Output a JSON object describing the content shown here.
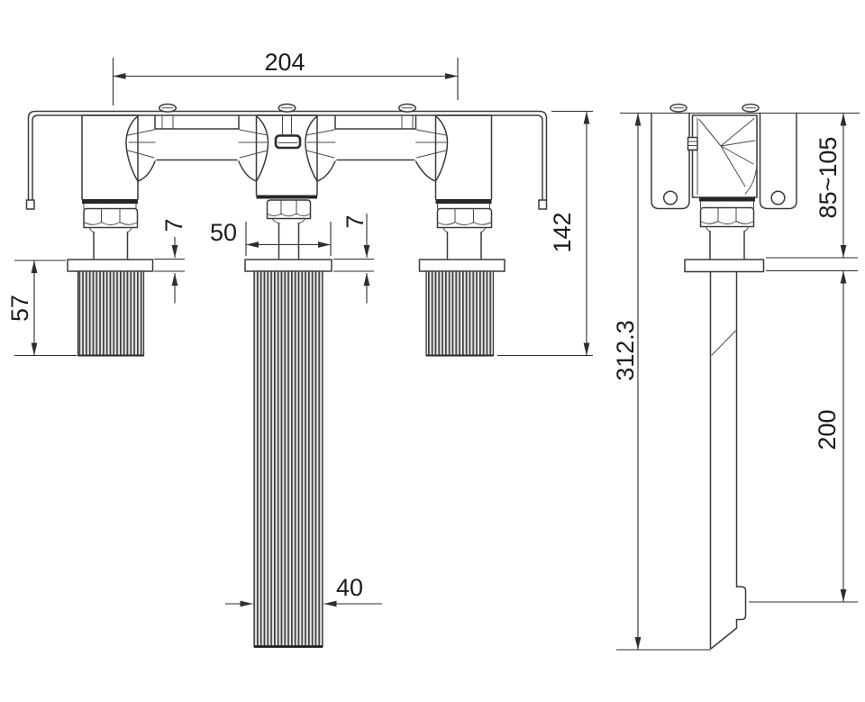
{
  "drawing": {
    "type": "technical-dimension-drawing",
    "subject": "wall-mounted three-hole basin faucet, front view and side view",
    "colors": {
      "background": "#ffffff",
      "line": "#3a3a3a",
      "text": "#1c1c1c",
      "rib_dark": "#3f3f3f",
      "rib_light": "#e6e6e6",
      "seal_band": "#262626"
    },
    "dimensions": {
      "handle_spread": "204",
      "body_height": "142",
      "escutcheon_width": "50",
      "escutcheon_thickness_left": "7",
      "escutcheon_thickness_right": "7",
      "handle_length": "57",
      "spout_width": "40",
      "mounting_depth_range": "85~105",
      "overall_depth": "312.3",
      "spout_projection": "200"
    }
  }
}
